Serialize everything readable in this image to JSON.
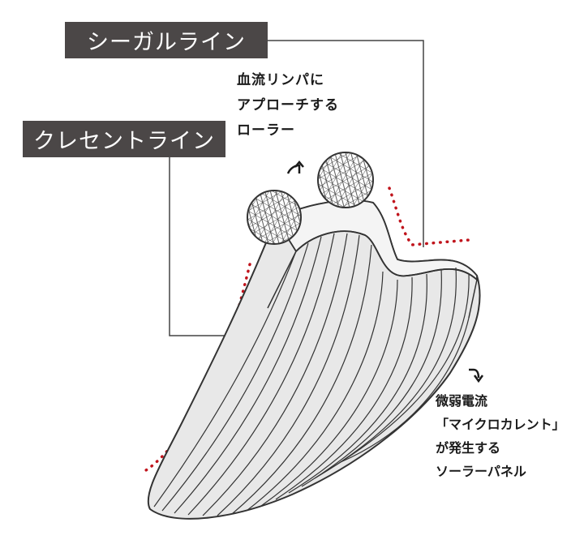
{
  "labels": {
    "seagull_line": "シーガルライン",
    "crescent_line": "クレセントライン"
  },
  "annotations": {
    "roller": [
      "血流リンパに",
      "アプローチする",
      "ローラー"
    ],
    "panel": [
      "微弱電流",
      "「マイクロカレント」",
      "が発生する",
      "ソーラーパネル"
    ]
  },
  "colors": {
    "label_bg": "#4b4747",
    "dotted_line": "#c0141c",
    "stroke": "#333333"
  },
  "icons": {
    "roller_arrow": "curved-up-arrow-icon",
    "panel_arrow": "curved-down-arrow-icon"
  }
}
